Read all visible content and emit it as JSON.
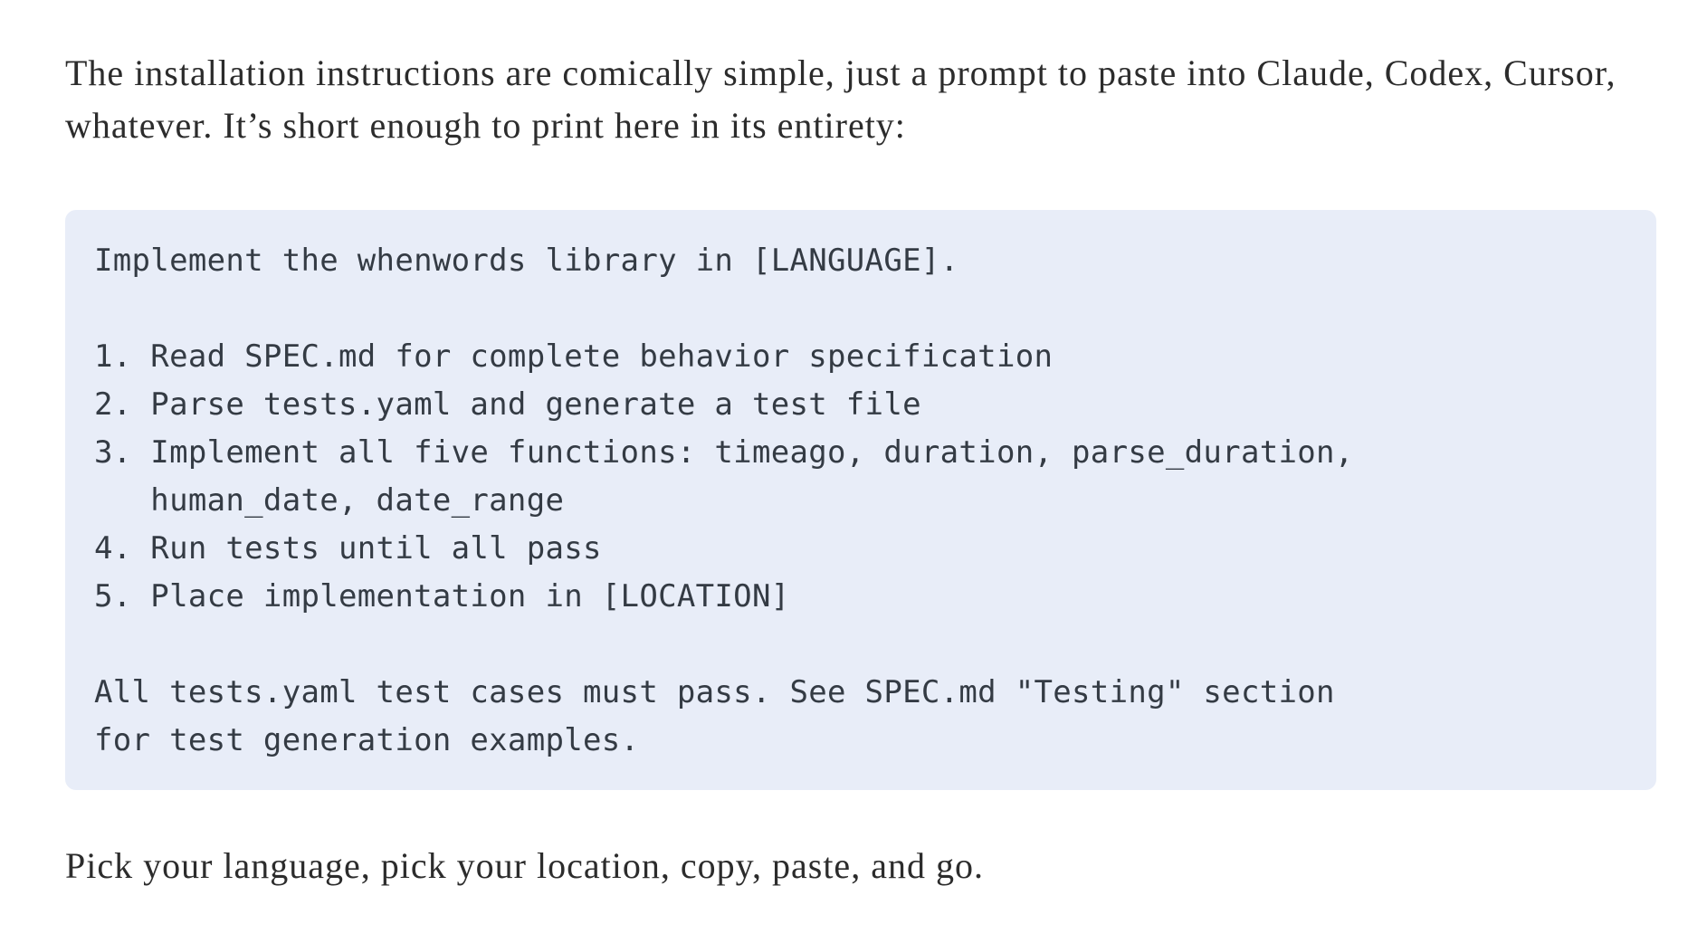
{
  "article": {
    "intro": "The installation instructions are comically simple, just a prompt to paste into Claude, Codex, Cursor, whatever. It’s short enough to print here in its entirety:",
    "code_prompt": "Implement the whenwords library in [LANGUAGE].\n\n1. Read SPEC.md for complete behavior specification\n2. Parse tests.yaml and generate a test file\n3. Implement all five functions: timeago, duration, parse_duration,\n   human_date, date_range\n4. Run tests until all pass\n5. Place implementation in [LOCATION]\n\nAll tests.yaml test cases must pass. See SPEC.md \"Testing\" section\nfor test generation examples.",
    "outro": "Pick your language, pick your location, copy, paste, and go."
  },
  "colors": {
    "page_background": "#ffffff",
    "body_text": "#2c2c2c",
    "code_background": "#e8edf8",
    "code_text": "#343b44"
  }
}
